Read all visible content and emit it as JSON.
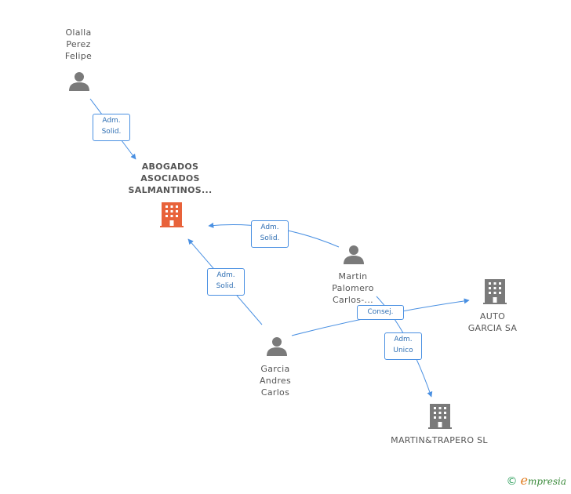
{
  "nodes": {
    "olalla": {
      "label": "Olalla\nPerez\nFelipe"
    },
    "abogados": {
      "label": "ABOGADOS\nASOCIADOS\nSALMANTINOS..."
    },
    "martin": {
      "label": "Martin\nPalomero\nCarlos-..."
    },
    "garcia": {
      "label": "Garcia\nAndres\nCarlos"
    },
    "auto": {
      "label": "AUTO\nGARCIA SA"
    },
    "martintrapero": {
      "label": "MARTIN&TRAPERO SL"
    }
  },
  "edges": {
    "olalla_abogados": "Adm.\nSolid.",
    "martin_abogados": "Adm.\nSolid.",
    "garcia_abogados": "Adm.\nSolid.",
    "garcia_auto": "Consej.",
    "martin_martintrapero": "Adm.\nUnico"
  },
  "colors": {
    "edge": "#4a90e2",
    "person": "#7a7a7a",
    "company": "#7a7a7a",
    "focus_company": "#e8623a"
  },
  "footer": {
    "copyright": "©",
    "brand_e": "e",
    "brand_rest": "mpresia"
  }
}
